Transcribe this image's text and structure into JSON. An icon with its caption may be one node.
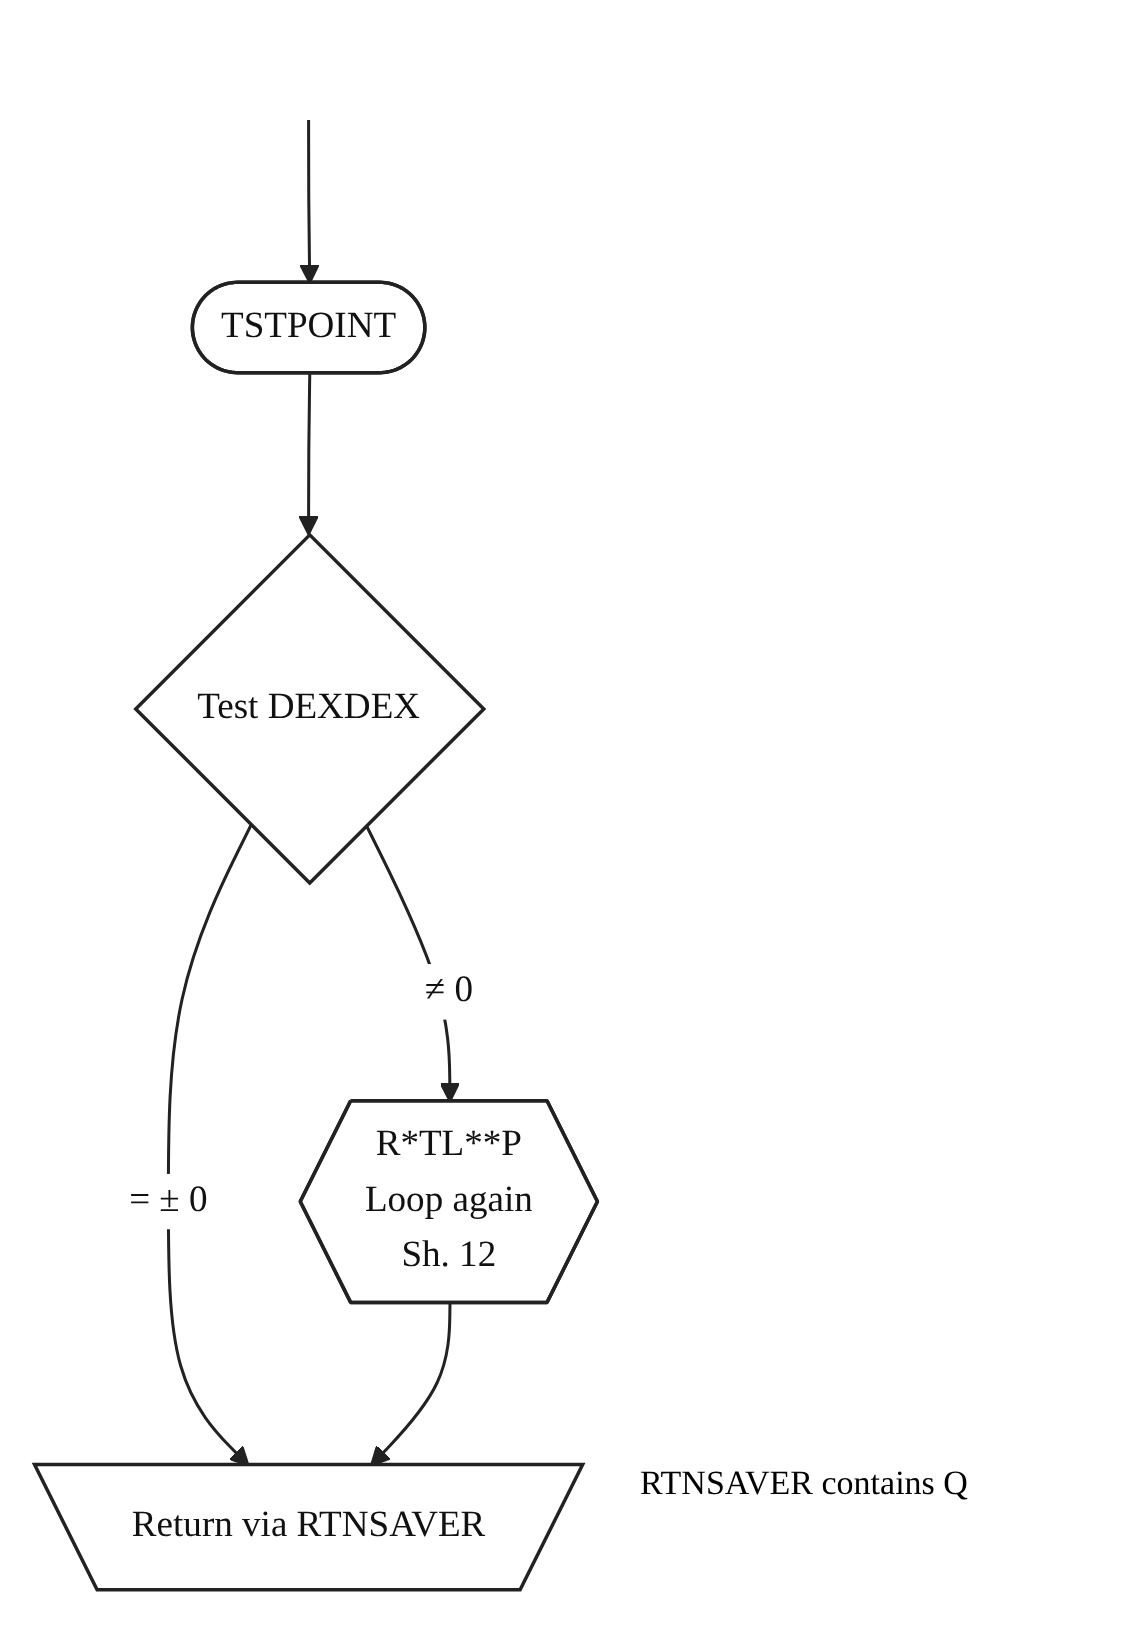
{
  "diagram": {
    "nodes": [
      {
        "text": [
          "TSTPOINT"
        ]
      },
      {
        "text": [
          "Test DEXDEX"
        ]
      },
      {
        "text": [
          "R*TL**P",
          "Loop again",
          "Sh. 12"
        ]
      },
      {
        "text": [
          "Return via RTNSAVER"
        ],
        "beside": [
          "RTNSAVER contains Q"
        ]
      }
    ],
    "edges": [
      {
        "from": null,
        "to": 0,
        "arrow": "to"
      },
      {
        "from": 0,
        "to": 1,
        "arrow": "to"
      },
      {
        "from": 1,
        "to": 2,
        "arrow": "to",
        "label": "≠ 0"
      },
      {
        "from": 1,
        "to": 3,
        "arrow": "to",
        "label": "= ± 0"
      },
      {
        "from": 2,
        "to": 3,
        "arrow": "to"
      }
    ]
  }
}
